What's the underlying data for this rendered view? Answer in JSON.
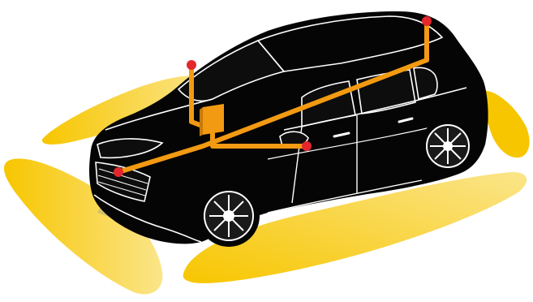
{
  "colors": {
    "background": "#ffffff",
    "car_body": "#050505",
    "car_outline": "#ffffff",
    "coverage_lobe": "#f7c600",
    "coverage_lobe_light": "#fbe58a",
    "wiring": "#f29a12",
    "sensor": "#e3272d",
    "camera_cone": "#8f8660"
  },
  "components": [
    {
      "id": "sensor-front-bumper",
      "type": "sensor",
      "icon": "red-dot"
    },
    {
      "id": "sensor-roof-front",
      "type": "sensor",
      "icon": "red-dot"
    },
    {
      "id": "sensor-roof-rear",
      "type": "sensor",
      "icon": "red-dot"
    },
    {
      "id": "sensor-side-mirror",
      "type": "sensor",
      "icon": "red-dot"
    },
    {
      "id": "control-unit",
      "type": "module",
      "icon": "orange-box"
    }
  ],
  "coverage_zones": [
    "front-left",
    "rear-left",
    "front-right",
    "side-right",
    "rear-right"
  ]
}
